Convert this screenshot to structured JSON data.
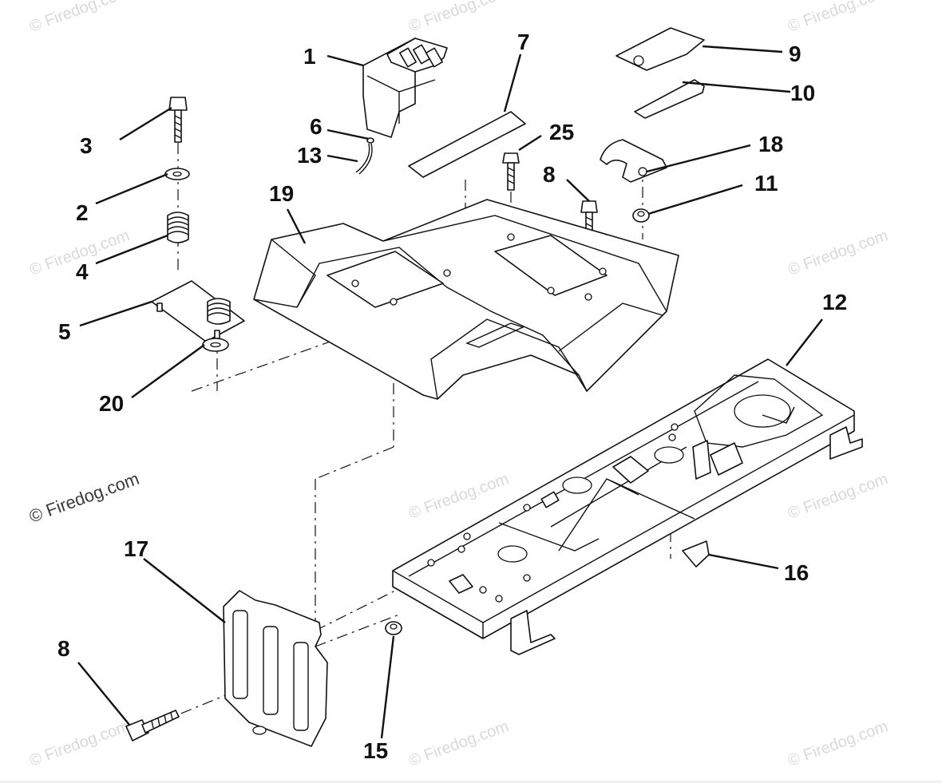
{
  "diagram": {
    "watermark_text": "© Firedog.com",
    "callouts": [
      {
        "id": "1",
        "label": "1"
      },
      {
        "id": "2",
        "label": "2"
      },
      {
        "id": "3",
        "label": "3"
      },
      {
        "id": "4",
        "label": "4"
      },
      {
        "id": "5",
        "label": "5"
      },
      {
        "id": "6",
        "label": "6"
      },
      {
        "id": "7",
        "label": "7"
      },
      {
        "id": "8a",
        "label": "8"
      },
      {
        "id": "8b",
        "label": "8"
      },
      {
        "id": "9",
        "label": "9"
      },
      {
        "id": "10",
        "label": "10"
      },
      {
        "id": "11",
        "label": "11"
      },
      {
        "id": "12",
        "label": "12"
      },
      {
        "id": "13",
        "label": "13"
      },
      {
        "id": "15",
        "label": "15"
      },
      {
        "id": "16",
        "label": "16"
      },
      {
        "id": "17",
        "label": "17"
      },
      {
        "id": "18",
        "label": "18"
      },
      {
        "id": "19",
        "label": "19"
      },
      {
        "id": "20",
        "label": "20"
      },
      {
        "id": "25",
        "label": "25"
      }
    ]
  }
}
